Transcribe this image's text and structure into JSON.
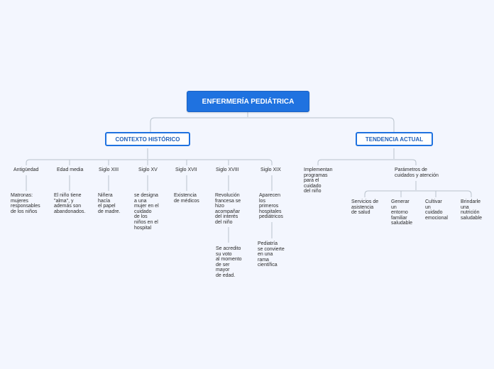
{
  "root": {
    "title": "ENFERMERÍA PEDIÁTRICA"
  },
  "branches": {
    "contexto": "CONTEXTO HISTÓRICO",
    "tendencia": "TENDENCIA ACTUAL"
  },
  "contexto": {
    "antiguedad": {
      "label": "Antigüedad",
      "detail": "Matronas:\nmujeres\nresponsables\nde los niños"
    },
    "edad_media": {
      "label": "Edad media",
      "detail": "El niño tiene\n\"alma\", y\nademás son\nabandonados."
    },
    "siglo_xiii": {
      "label": "Siglo XIII",
      "detail": "Niñera\nhacía\nel papel\nde madre."
    },
    "siglo_xv": {
      "label": "Siglo XV",
      "detail": "se designa\na una\nmujer en el\ncuidado\nde los\nniños en el\nhospital"
    },
    "siglo_xvii": {
      "label": "Siglo XVII",
      "detail": "Existencia\nde médicos"
    },
    "siglo_xviii": {
      "label": "Siglo XVIII",
      "detail": "Revolución\nfrancesa se\nhizo\nacompañar\ndel interés\ndel niño",
      "detail2": "Se acredito\nsu voto\nal momento\nde ser\nmayor\nde edad."
    },
    "siglo_xix": {
      "label": "Siglo XIX",
      "detail": "Aparecen\nlos\nprimeros\nhospitales\npediátricos",
      "detail2": "Pediatría\nse convierte\n en una\n rama\ncientífica"
    }
  },
  "tendencia": {
    "implementan": "Implementan\nprogramas\npara el\ncuidado\ndel niño",
    "parametros": "Parámetros de\ncuidados y atención",
    "servicios": "Servicios de\nasistencia\nde salud",
    "generar": "Generar\nun\nentorno\nfamiliar\nsaludable",
    "cultivar": "Cultivar\nun\ncuidado\nemocional",
    "brindarle": "Brindarle\nuna\nnutrición\nsaludable"
  },
  "colors": {
    "accent": "#1f72e0",
    "background": "#f3f6fe",
    "connector": "#b8c2cc"
  }
}
